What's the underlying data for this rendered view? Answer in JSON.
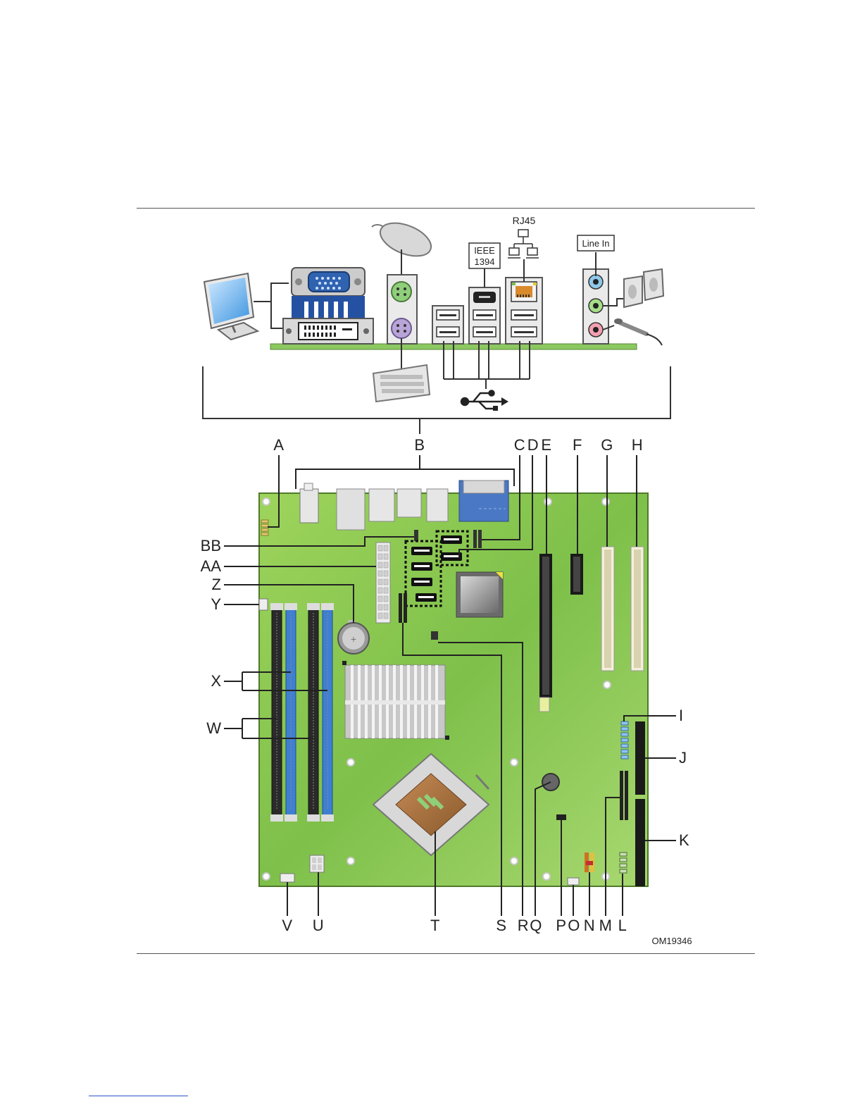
{
  "figure_id": "OM19346",
  "callouts": {
    "rj45": "RJ45",
    "ieee1394_line1": "IEEE",
    "ieee1394_line2": "1394",
    "line_in": "Line In"
  },
  "labels_top": [
    "A",
    "B",
    "C",
    "D",
    "E",
    "F",
    "G",
    "H"
  ],
  "labels_left": [
    "BB",
    "AA",
    "Z",
    "Y",
    "X",
    "W"
  ],
  "labels_right": [
    "I",
    "J",
    "K"
  ],
  "labels_bottom": [
    "V",
    "U",
    "T",
    "S",
    "R",
    "Q",
    "P",
    "O",
    "N",
    "M",
    "L"
  ],
  "colors": {
    "board": "#7ec04a",
    "board_light": "#a6d86a",
    "dimm_black": "#2a2a2a",
    "dimm_blue": "#3f7fd1",
    "line": "#333333",
    "footer_link": "#2b55c9"
  }
}
